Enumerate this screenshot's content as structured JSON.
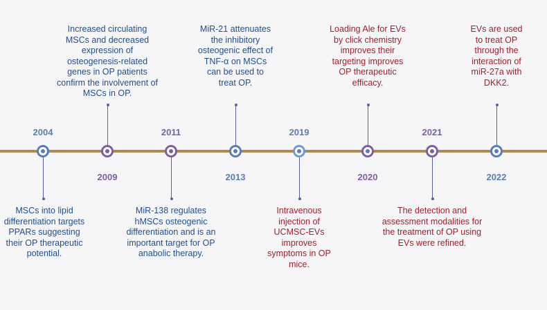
{
  "colors": {
    "axis": "#b08a52",
    "stem": "#5b5f97",
    "year_primary": "#5a7db8",
    "year_secondary": "#7c5ea3",
    "text_blue": "#1f4e8f",
    "text_red": "#a01f2c"
  },
  "events": [
    {
      "year": "2004",
      "label_side": "above",
      "text_side": "below",
      "year_color": "year_primary",
      "node_border": "#5a7db8",
      "node_core": "#5a7db8",
      "text_color": "text_blue",
      "text": "MSCs into lipid differentiation targets PPARs suggesting their OP therapeutic potential."
    },
    {
      "year": "2009",
      "label_side": "below",
      "text_side": "above",
      "year_color": "year_secondary",
      "node_border": "#7c5ea3",
      "node_core": "#7c5ea3",
      "text_color": "text_blue",
      "text": "Increased circulating MSCs and decreased expression of osteogenesis-related genes in OP patients confirm the involvement of MSCs in OP."
    },
    {
      "year": "2011",
      "label_side": "above",
      "text_side": "below",
      "year_color": "year_secondary",
      "node_border": "#7c5ea3",
      "node_core": "#7c5ea3",
      "text_color": "text_blue",
      "text": "MiR-138 regulates hMSCs osteogenic differentiation and is an important target for OP anabolic therapy."
    },
    {
      "year": "2013",
      "label_side": "below",
      "text_side": "above",
      "year_color": "year_primary",
      "node_border": "#5a7db8",
      "node_core": "#5a7db8",
      "text_color": "text_blue",
      "text": "MiR-21 attenuates the inhibitory osteogenic effect of TNF-α on MSCs can be used to treat OP."
    },
    {
      "year": "2019",
      "label_side": "above",
      "text_side": "below",
      "year_color": "year_primary",
      "node_border": "#6d9ad0",
      "node_core": "#5a7db8",
      "text_color": "text_red",
      "text": "Intravenous injection of UCMSC-EVs improves symptoms in OP mice."
    },
    {
      "year": "2020",
      "label_side": "below",
      "text_side": "above",
      "year_color": "year_secondary",
      "node_border": "#7c5ea3",
      "node_core": "#5a7db8",
      "text_color": "text_red",
      "text": "Loading Ale for EVs by click chemistry improves their targeting improves OP therapeutic efficacy."
    },
    {
      "year": "2021",
      "label_side": "above",
      "text_side": "below",
      "year_color": "year_secondary",
      "node_border": "#7c5ea3",
      "node_core": "#7c5ea3",
      "text_color": "text_red",
      "text": "The detection and assessment modalities for the treatment of OP using EVs were refined."
    },
    {
      "year": "2022",
      "label_side": "below",
      "text_side": "above",
      "year_color": "year_primary",
      "node_border": "#5a7db8",
      "node_core": "#5a7db8",
      "text_color": "text_red",
      "text": "EVs are used to treat OP through the interaction of miR-27a with DKK2."
    }
  ]
}
